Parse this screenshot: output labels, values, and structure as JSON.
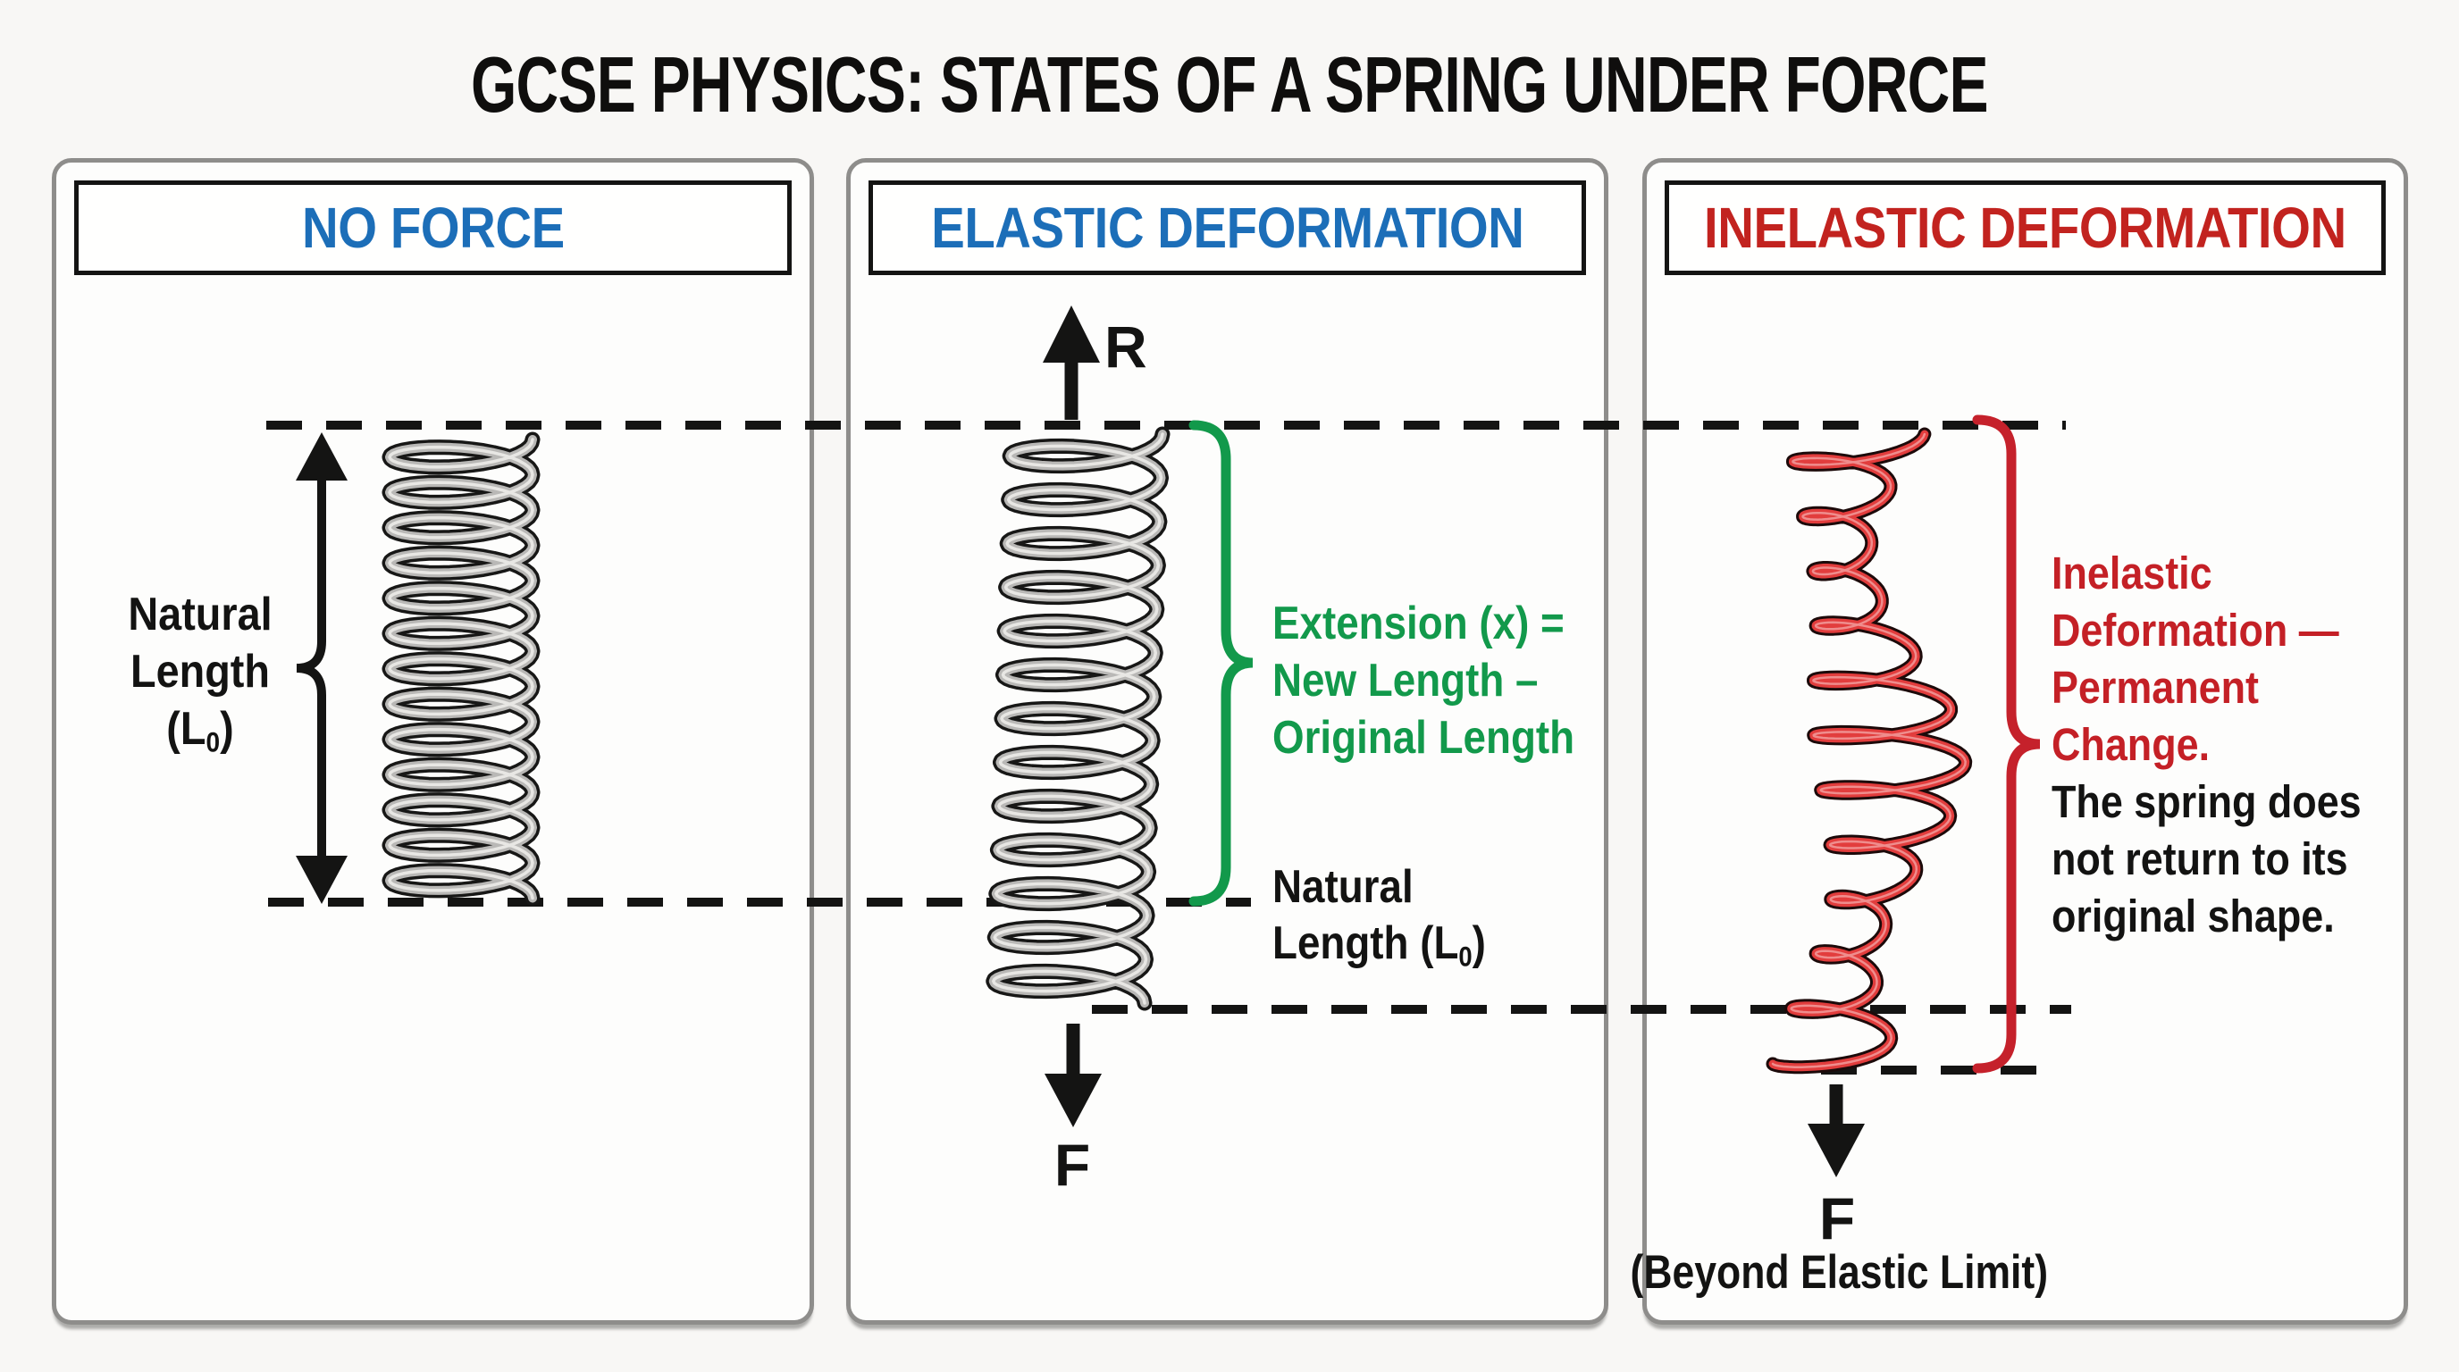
{
  "title": "GCSE PHYSICS: STATES OF A SPRING UNDER FORCE",
  "panels": {
    "no_force": {
      "header": "NO FORCE",
      "length_label": {
        "line1": "Natural",
        "line2": "Length",
        "l0_pre": "(L",
        "l0_sub": "0",
        "l0_post": ")"
      }
    },
    "elastic": {
      "header": "ELASTIC DEFORMATION",
      "restoring_force_label": "R",
      "applied_force_label": "F",
      "extension_line1": "Extension (x) =",
      "extension_line2": "New Length –",
      "extension_line3": "Original Length",
      "natural_line1": "Natural",
      "natural_line2_pre": "Length (L",
      "natural_sub": "0",
      "natural_post": ")"
    },
    "inelastic": {
      "header": "INELASTIC DEFORMATION",
      "red_line1": "Inelastic",
      "red_line2": "Deformation —",
      "red_line3": "Permanent",
      "red_line4": "Change.",
      "black_line1": "The spring does",
      "black_line2": "not return to its",
      "black_line3": "original shape.",
      "applied_force_label": "F",
      "beyond_label": "(Beyond Elastic Limit)"
    }
  },
  "colors": {
    "header_blue": "#1c6eb8",
    "header_red": "#c2231f",
    "extension_green": "#12994b",
    "inelastic_text_red": "#c42026",
    "inelastic_brace_red": "#c5212b",
    "spring_gray": "#b9b8b6",
    "spring_red": "#e23d3d",
    "ink_black": "#141413",
    "panel_border_gray": "#8e8d8b",
    "background": "#f8f7f5"
  }
}
